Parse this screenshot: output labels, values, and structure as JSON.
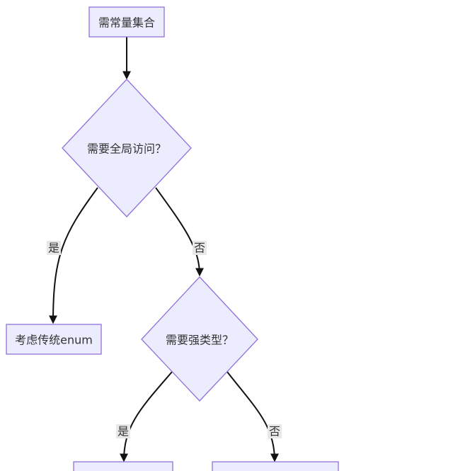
{
  "nodes": {
    "start": "需常量集合",
    "q1": "需要全局访问？",
    "enum": "考虑传统enum",
    "q2": "需要强类型？"
  },
  "edges": {
    "q1_yes": "是",
    "q1_no": "否",
    "q2_yes": "是",
    "q2_no": "否"
  },
  "colors": {
    "node_fill": "#ECECFF",
    "node_stroke": "#9370DB",
    "edge": "#111111"
  }
}
